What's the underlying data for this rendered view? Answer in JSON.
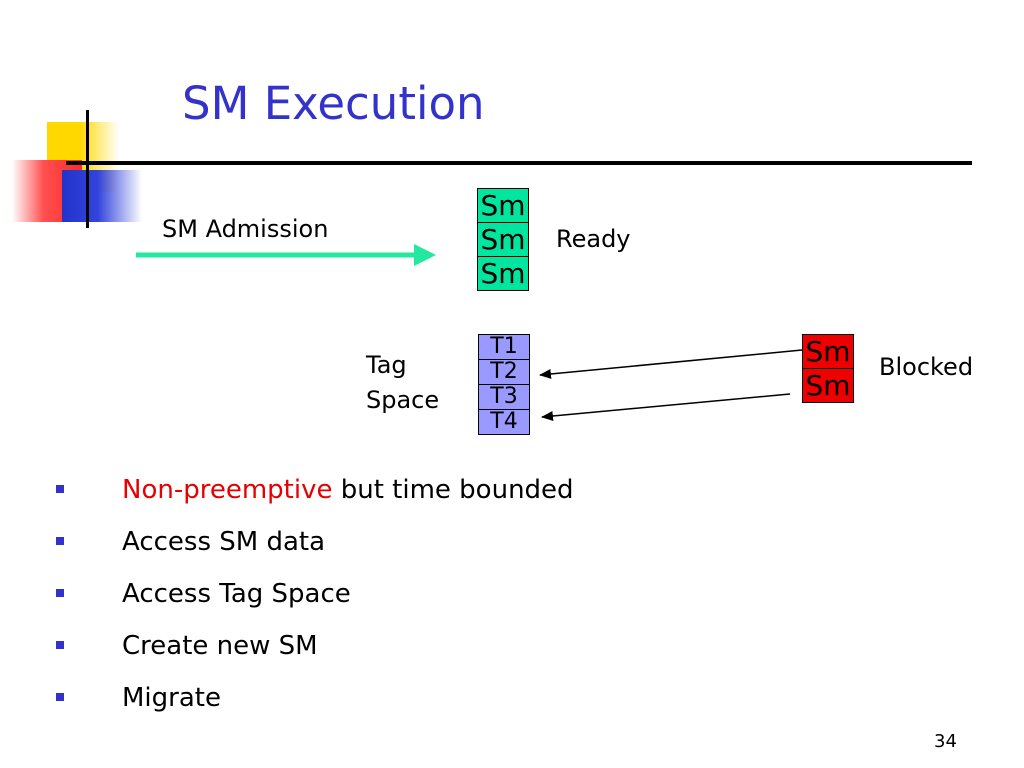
{
  "slide": {
    "title": "SM Execution",
    "page_number": "34"
  },
  "diagram": {
    "admission_label": "SM  Admission",
    "ready": {
      "label": "Ready",
      "items": [
        "Sm",
        "Sm",
        "Sm"
      ],
      "color": "#00e6a0"
    },
    "tag_space": {
      "label_line1": "Tag",
      "label_line2": "Space",
      "items": [
        "T1",
        "T2",
        "T3",
        "T4"
      ],
      "color": "#9999ff"
    },
    "blocked": {
      "label": "Blocked",
      "items": [
        "Sm",
        "Sm"
      ],
      "color": "#ee0000"
    },
    "arrow_color": "#22e8a0"
  },
  "bullets": [
    {
      "highlight": "Non-preemptive",
      "text": " but time bounded"
    },
    {
      "highlight": "",
      "text": "Access SM data"
    },
    {
      "highlight": "",
      "text": "Access Tag Space"
    },
    {
      "highlight": "",
      "text": "Create new SM"
    },
    {
      "highlight": "",
      "text": "Migrate"
    }
  ],
  "colors": {
    "title": "#3333cc",
    "highlight": "#e60000",
    "bullet_marker": "#3333cc"
  }
}
